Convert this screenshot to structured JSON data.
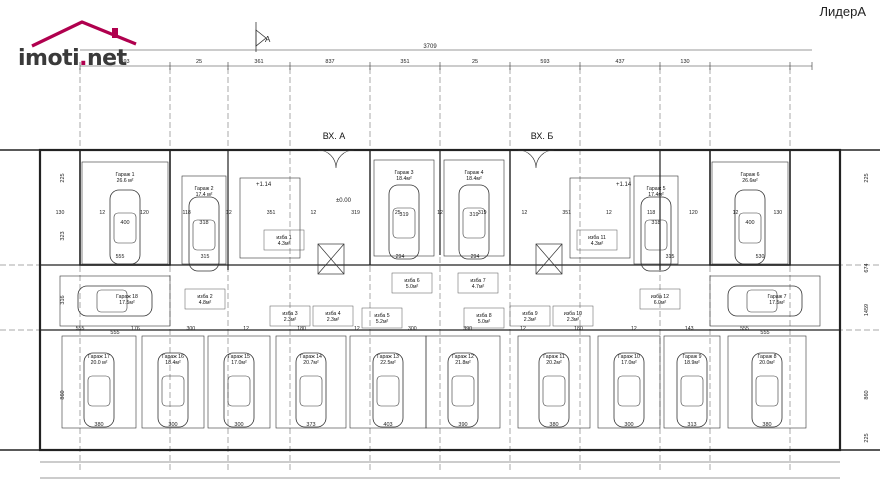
{
  "watermark": "ЛидерА",
  "logo": {
    "brand": "imoti",
    "dot": ".",
    "tld": "net",
    "color": "#b0004e"
  },
  "north_label": "А",
  "overall_dim": "3709",
  "top_dims": [
    "593",
    "25",
    "361",
    "837",
    "351",
    "25",
    "593",
    "437",
    "130"
  ],
  "entrances": [
    {
      "label": "ВХ. А"
    },
    {
      "label": "ВХ. Б"
    }
  ],
  "elevation": "±0.00",
  "landing_labels": [
    "+1.14",
    "+1.14"
  ],
  "garages_top": [
    {
      "name": "Гараж 1",
      "area": "26.6 м²",
      "w": "400"
    },
    {
      "name": "Гараж 2",
      "area": "17.4 м²",
      "w": "318"
    },
    {
      "name": "Гараж 3",
      "area": "18.4м²",
      "w": "319"
    },
    {
      "name": "Гараж 4",
      "area": "18.4м²",
      "w": "319"
    },
    {
      "name": "Гараж 5",
      "area": "17.4м²",
      "w": "318"
    },
    {
      "name": "Гараж 6",
      "area": "26.6м²",
      "w": "400"
    }
  ],
  "garages_side": [
    {
      "name": "Гараж 18",
      "area": "17.5м²",
      "w": "555"
    },
    {
      "name": "Гараж 7",
      "area": "17.5м²",
      "w": "555"
    }
  ],
  "garages_bottom": [
    {
      "name": "Гараж 17",
      "area": "20.0 м²",
      "w": "380"
    },
    {
      "name": "Гараж 16",
      "area": "18.4м²",
      "w": "300"
    },
    {
      "name": "Гараж 15",
      "area": "17.0м²",
      "w": "300"
    },
    {
      "name": "Гараж 14",
      "area": "20.7м²",
      "w": "373"
    },
    {
      "name": "Гараж 13",
      "area": "22.5м²",
      "w": "403"
    },
    {
      "name": "Гараж 12",
      "area": "21.8м²",
      "w": "390"
    },
    {
      "name": "Гараж 11",
      "area": "20.2м²",
      "w": "380"
    },
    {
      "name": "Гараж 10",
      "area": "17.0м²",
      "w": "300"
    },
    {
      "name": "Гараж 9",
      "area": "18.9м²",
      "w": "313"
    },
    {
      "name": "Гараж 8",
      "area": "20.0м²",
      "w": "380"
    }
  ],
  "storerooms": [
    {
      "name": "изба 1",
      "area": "4.3м²"
    },
    {
      "name": "изба 2",
      "area": "4.8м²"
    },
    {
      "name": "изба 3",
      "area": "2.3м²"
    },
    {
      "name": "изба 4",
      "area": "2.3м²"
    },
    {
      "name": "изба 5",
      "area": "5.2м²"
    },
    {
      "name": "изба 6",
      "area": "5.0м²"
    },
    {
      "name": "изба 7",
      "area": "4.7м²"
    },
    {
      "name": "изба 8",
      "area": "5.0м²"
    },
    {
      "name": "изба 9",
      "area": "2.3м²"
    },
    {
      "name": "изба 10",
      "area": "2.3м²"
    },
    {
      "name": "изба 11",
      "area": "4.3м²"
    },
    {
      "name": "изба 12",
      "area": "6.0м²"
    }
  ],
  "right_dims": [
    "225",
    "674",
    "1459",
    "860",
    "225"
  ],
  "left_dims": [
    "225",
    "323",
    "316",
    "860"
  ],
  "mid_dims": [
    "130",
    "12",
    "120",
    "118",
    "12",
    "351",
    "12",
    "319",
    "25",
    "12",
    "319",
    "12",
    "351",
    "12",
    "118",
    "120",
    "12",
    "130"
  ],
  "row_dims_mid": [
    "555",
    "315",
    "294",
    "294",
    "315",
    "530"
  ],
  "row_dims_low": [
    "555",
    "176",
    "300",
    "12",
    "180",
    "12",
    "300",
    "390",
    "12",
    "180",
    "12",
    "143",
    "555"
  ]
}
